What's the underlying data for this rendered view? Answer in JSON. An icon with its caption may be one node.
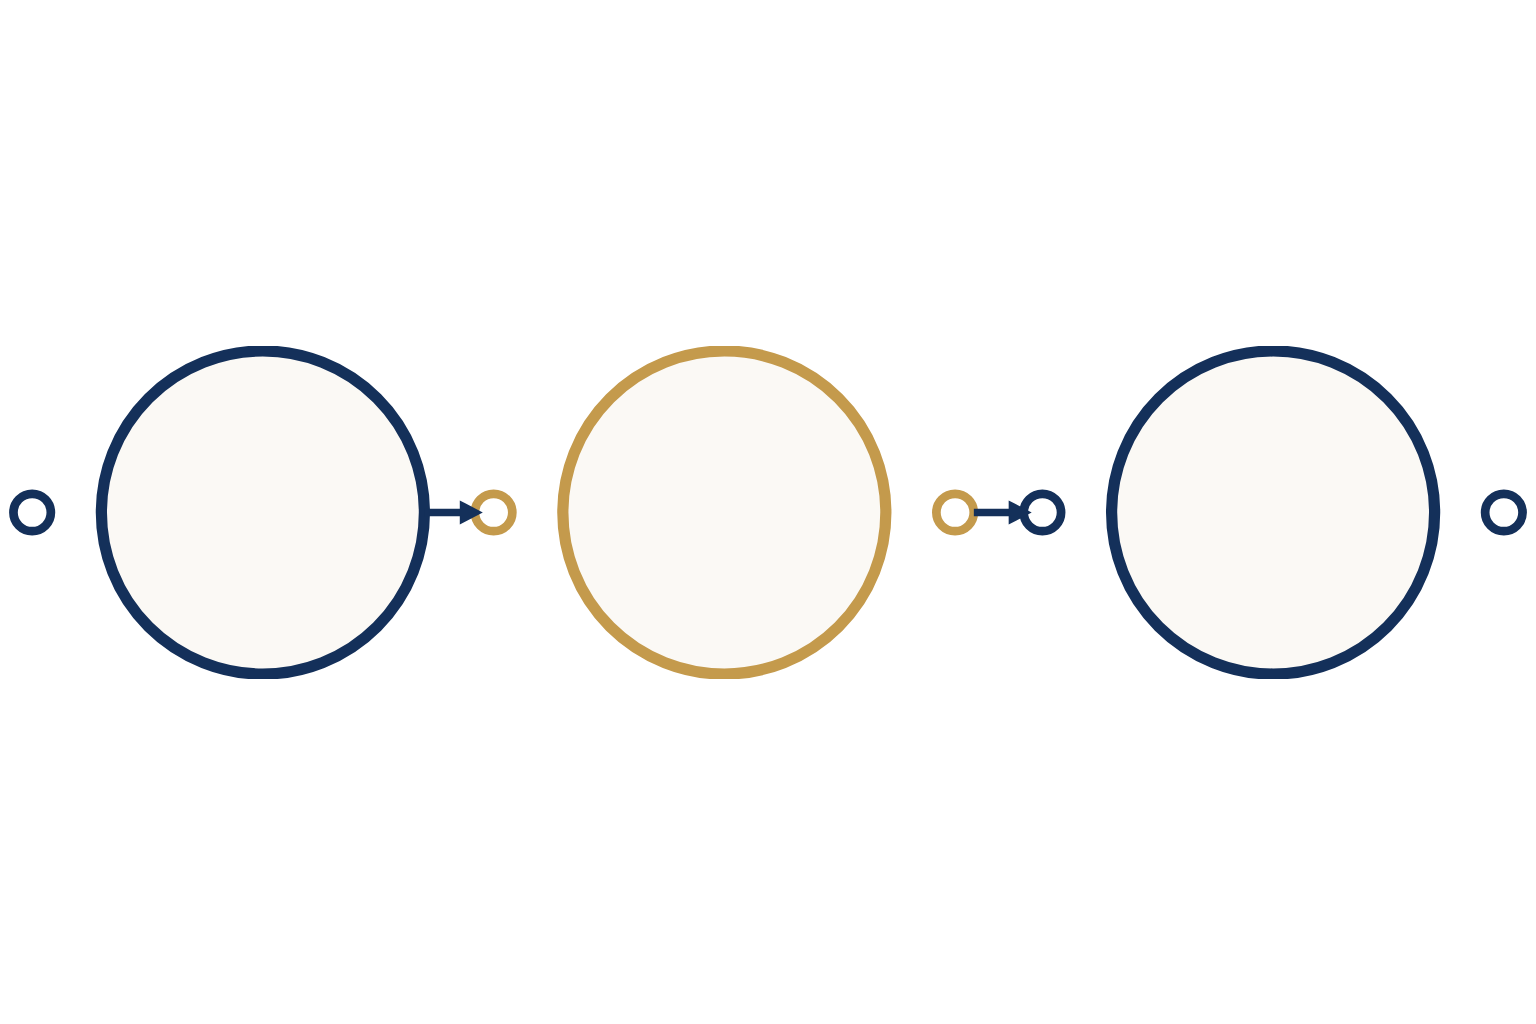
{
  "diagram": {
    "nodes": [
      {
        "text": [],
        "shape": "circle"
      },
      {
        "text": [],
        "shape": "circle"
      },
      {
        "text": [],
        "shape": "circle"
      },
      {
        "text": [],
        "shape": "circle"
      },
      {
        "text": [],
        "shape": "circle"
      },
      {
        "text": [],
        "shape": "circle"
      },
      {
        "text": [],
        "shape": "circle"
      },
      {
        "text": [],
        "shape": "circle"
      }
    ],
    "edges": [
      {
        "from": 1,
        "to": 2,
        "arrow": "to"
      },
      {
        "from": 4,
        "to": 5,
        "arrow": "to"
      }
    ]
  }
}
